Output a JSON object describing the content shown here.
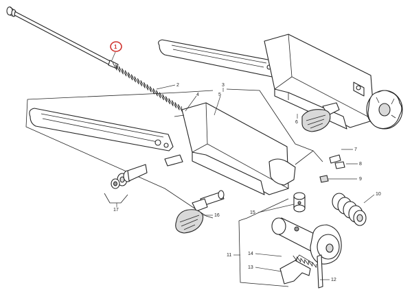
{
  "diagram": {
    "highlight_color": "#d0312d",
    "highlighted_callout": "1",
    "callouts": {
      "c1": "1",
      "c2": "2",
      "c3": "3",
      "c4": "4",
      "c5": "5",
      "c6": "6",
      "c7": "7",
      "c8": "8",
      "c9": "9",
      "c10": "10",
      "c11": "11",
      "c12": "12",
      "c13": "13",
      "c14": "14",
      "c15": "15",
      "c16": "16",
      "c17": "17"
    }
  }
}
